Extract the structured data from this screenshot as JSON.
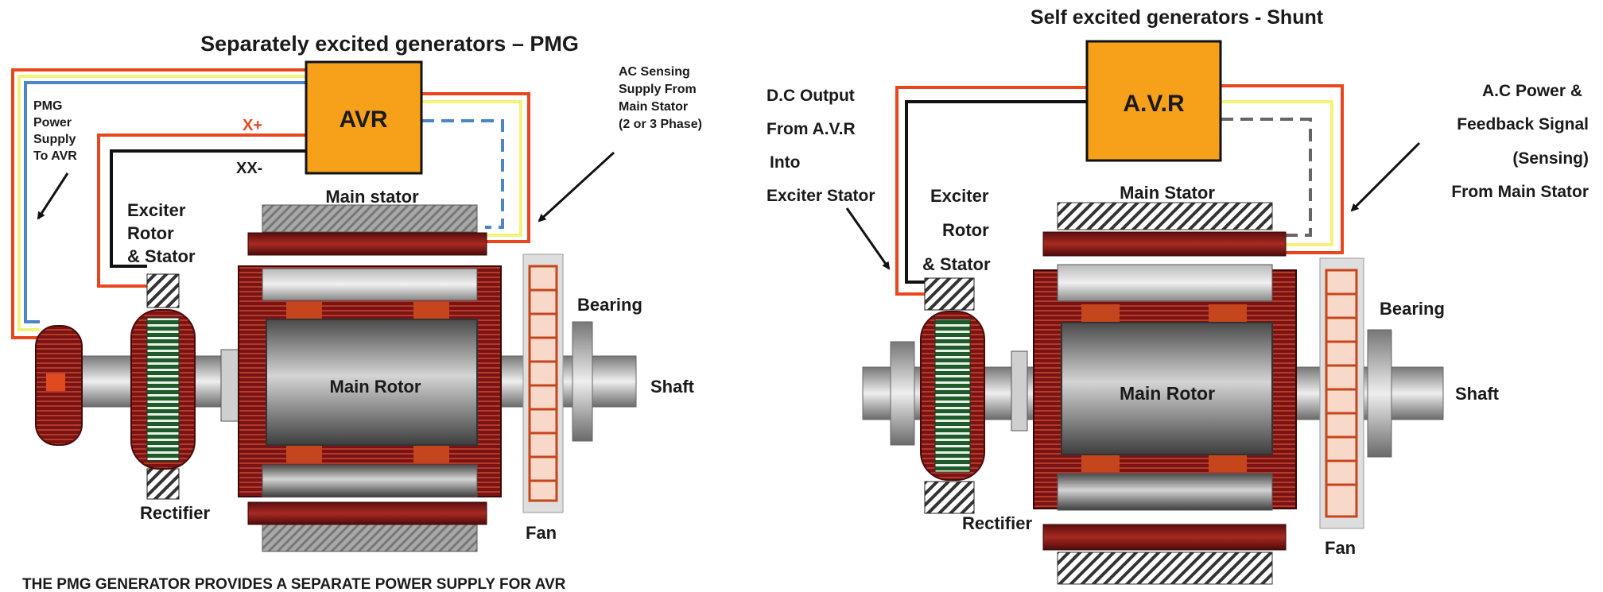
{
  "left": {
    "title": "Separately excited generators – PMG",
    "avr": "AVR",
    "x_plus": "X+",
    "xx_minus": "XX-",
    "pmg_note": [
      "PMG",
      "Power",
      "Supply",
      "To AVR"
    ],
    "ac_note": [
      "AC Sensing",
      "Supply From",
      "Main Stator",
      "(2 or 3 Phase)"
    ],
    "main_stator": "Main stator",
    "exciter": [
      "Exciter",
      "Rotor",
      "& Stator"
    ],
    "bearing": "Bearing",
    "main_rotor": "Main Rotor",
    "shaft": "Shaft",
    "rectifier": "Rectifier",
    "fan": "Fan",
    "caption": "THE PMG GENERATOR PROVIDES A SEPARATE POWER SUPPLY FOR  AVR"
  },
  "right": {
    "title": "Self excited generators - Shunt",
    "avr": "A.V.R",
    "dc_note": [
      "D.C Output",
      "From A.V.R",
      "Into",
      "Exciter Stator"
    ],
    "ac_note": [
      "A.C Power &",
      "Feedback Signal",
      "(Sensing)",
      "From Main Stator"
    ],
    "main_stator": "Main Stator",
    "exciter": [
      "Exciter",
      "Rotor",
      "& Stator"
    ],
    "bearing": "Bearing",
    "main_rotor": "Main Rotor",
    "shaft": "Shaft",
    "rectifier": "Rectifier",
    "fan": "Fan"
  },
  "colors": {
    "avr_box": "#f7a01a",
    "wire_red": "#e8461e",
    "wire_yellow": "#f3f27a",
    "wire_blue": "#4a86c8",
    "wire_black": "#111111",
    "copper": "#8b1a1a",
    "pole": "#c5461c"
  }
}
